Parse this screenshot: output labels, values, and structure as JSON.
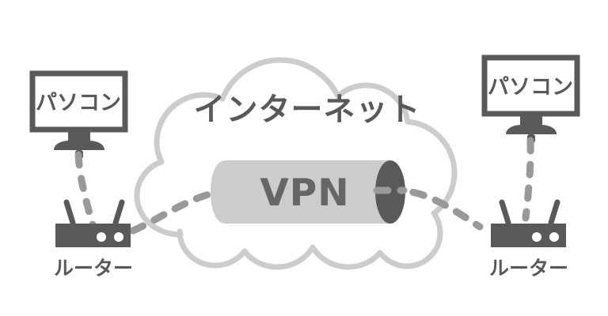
{
  "diagram": {
    "title_visible": false,
    "background_color": "#ffffff",
    "nodes": {
      "left_pc": {
        "label": "パソコン",
        "icon": "monitor-icon",
        "color": "#595959"
      },
      "right_pc": {
        "label": "パソコン",
        "icon": "monitor-icon",
        "color": "#595959"
      },
      "left_router": {
        "label": "ルーター",
        "icon": "router-icon",
        "color": "#595959"
      },
      "right_router": {
        "label": "ルーター",
        "icon": "router-icon",
        "color": "#595959"
      },
      "internet_cloud": {
        "label": "インターネット",
        "icon": "cloud-icon",
        "outline_color": "#cccccc",
        "label_color": "#595959"
      },
      "vpn_tunnel": {
        "label": "VPN",
        "icon": "tunnel-icon",
        "body_color": "#cccccc",
        "end_cap_color": "#595959",
        "label_color": "#666666"
      }
    },
    "connections": [
      {
        "name": "left-pc-to-left-router",
        "style": "dashed",
        "color": "#999999"
      },
      {
        "name": "left-router-to-vpn",
        "style": "dashed",
        "color": "#999999"
      },
      {
        "name": "vpn-to-right-router",
        "style": "dashed",
        "color": "#999999"
      },
      {
        "name": "right-router-to-right-pc",
        "style": "dashed",
        "color": "#999999"
      }
    ]
  }
}
